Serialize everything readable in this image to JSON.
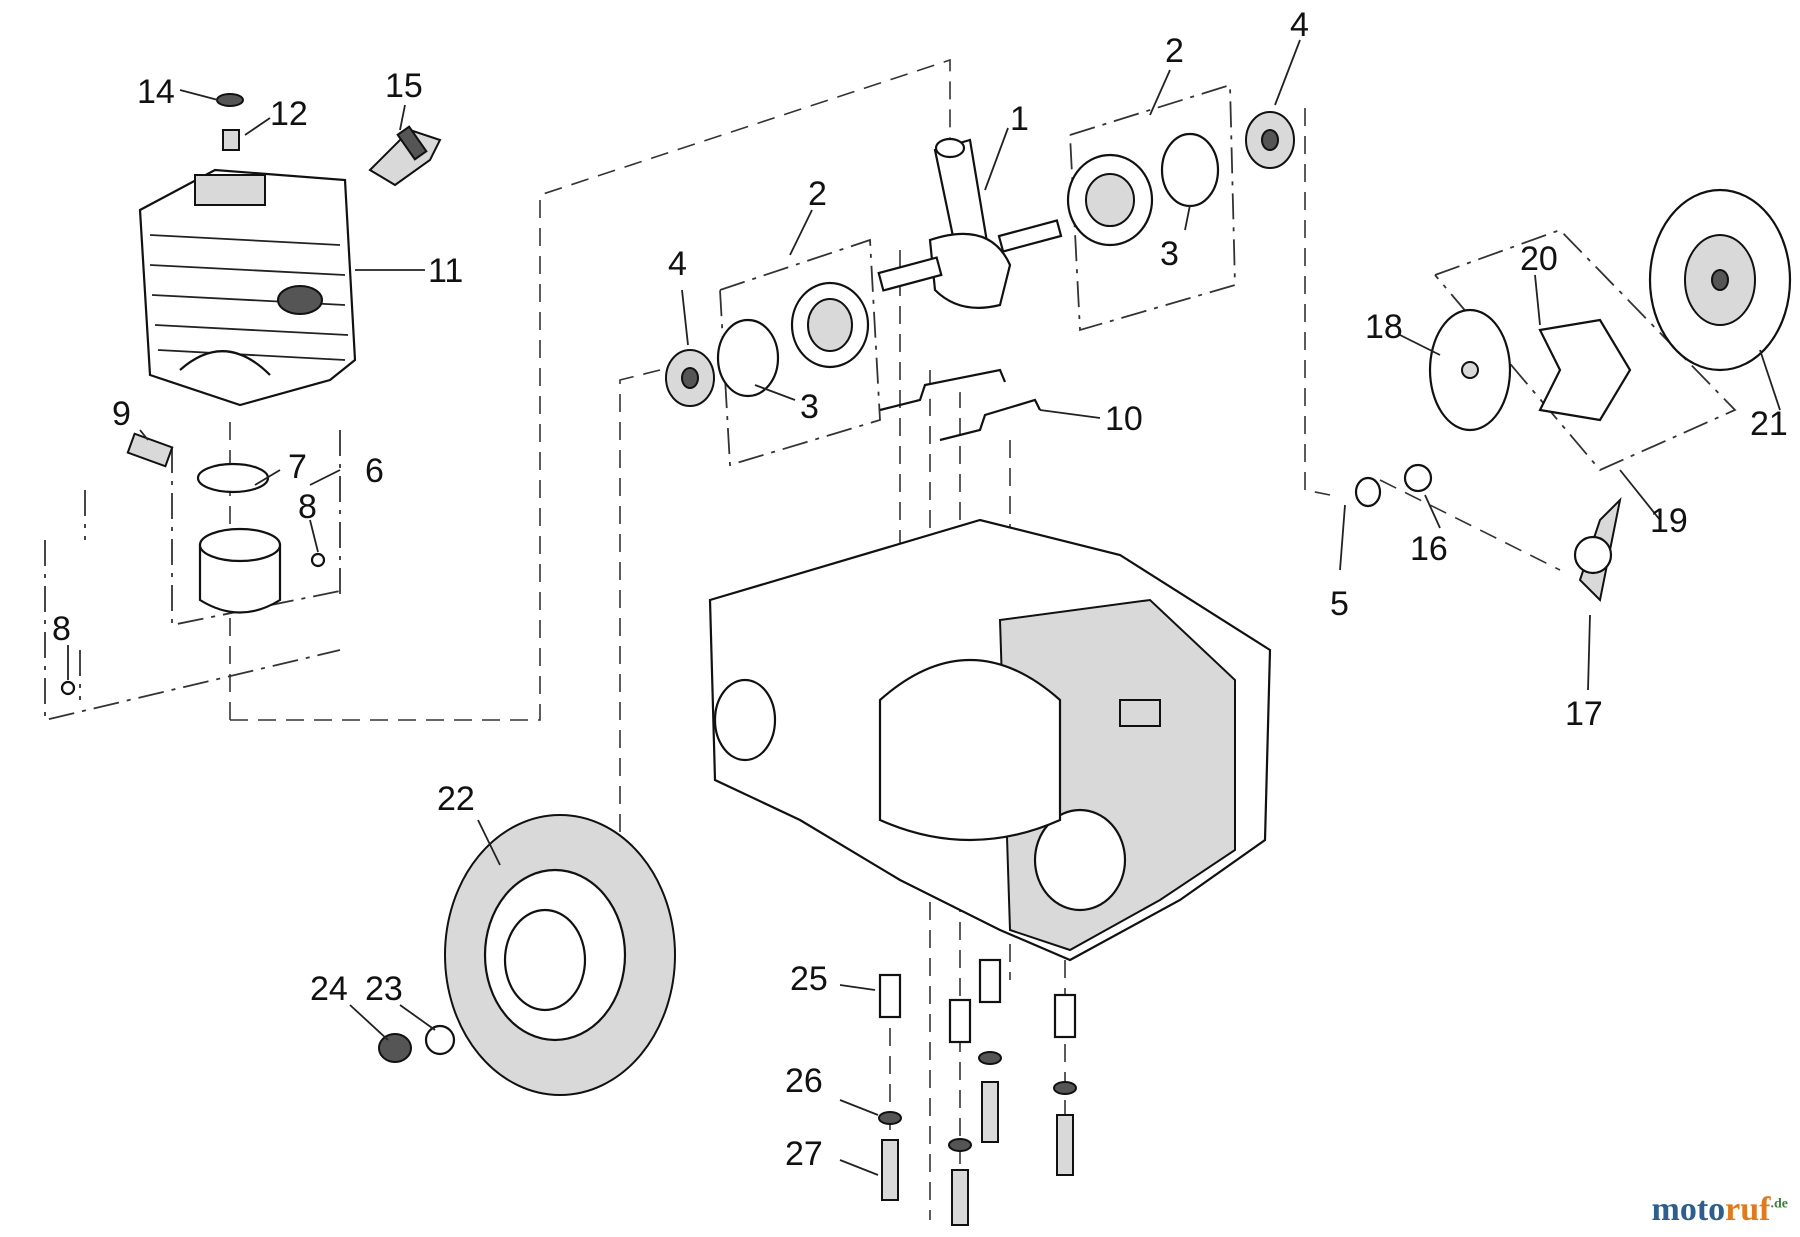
{
  "diagram": {
    "callouts": [
      "1",
      "2",
      "2",
      "3",
      "3",
      "4",
      "4",
      "5",
      "6",
      "7",
      "8",
      "8",
      "9",
      "10",
      "11",
      "12",
      "14",
      "15",
      "16",
      "17",
      "18",
      "19",
      "20",
      "21",
      "22",
      "23",
      "24",
      "25",
      "26",
      "27"
    ]
  },
  "watermark": {
    "part1": "moto",
    "part2": "ruf",
    "suffix": ".de"
  }
}
